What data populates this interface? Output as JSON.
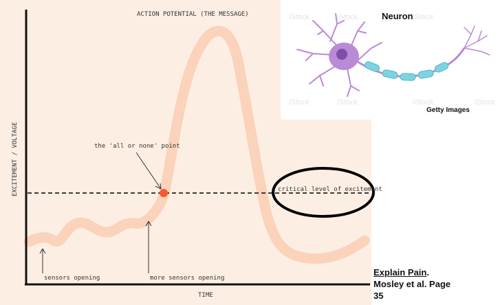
{
  "diagram": {
    "title": "ACTION POTENTIAL (THE MESSAGE)",
    "x_axis_label": "TIME",
    "y_axis_label": "EXCITEMENT / VOLTAGE",
    "threshold_label": "critical level of excitement",
    "all_or_none_label": "the 'all or none' point",
    "sensors_opening_label": "sensors opening",
    "more_sensors_label": "more sensors opening"
  },
  "inset": {
    "title": "Neuron",
    "credit": "Getty Images",
    "watermark": "iStock"
  },
  "source": {
    "title": "Explain Pain",
    "line2": "Mosley et al.  Page",
    "line3": "35"
  },
  "colors": {
    "panel_bg": "#fdeee3",
    "curve": "#fbd2ba",
    "threshold_dot": "#f25c2a",
    "neuron_body": "#b98ad6",
    "axon_sheath": "#7fd3e0"
  }
}
